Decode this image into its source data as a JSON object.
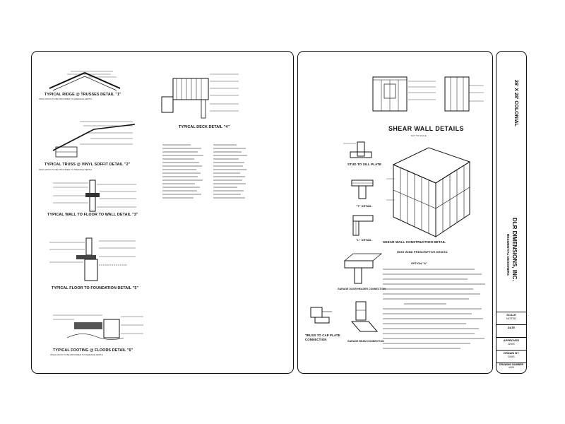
{
  "left_sheet": {
    "details": [
      {
        "title": "TYPICAL RIDGE @ TRUSSES DETAIL \"1\"",
        "note": "INSULATION TO BE PROVIDED TO AVERAGE DEPTH"
      },
      {
        "title": "TYPICAL TRUSS @ VINYL SOFFIT DETAIL \"2\"",
        "note": "INSULATION TO BE PROVIDED TO AVERAGE DEPTH"
      },
      {
        "title": "TYPICAL WALL TO FLOOR TO WALL DETAIL \"3\""
      },
      {
        "title": "TYPICAL FLOOR TO FOUNDATION DETAIL \"5\""
      },
      {
        "title": "TYPICAL FOOTING @ FLOORS DETAIL \"6\"",
        "note": "INSULATION TO BE PROVIDED TO AVERAGE DEPTH"
      },
      {
        "title": "TYPICAL DECK DETAIL \"4\""
      }
    ]
  },
  "right_sheet": {
    "heading": "SHEAR WALL DETAILS",
    "heading_sub": "NOT TO SCALE",
    "labels": {
      "stud": "STUD TO SILL PLATE",
      "t_detail": "\"T\" DETAIL",
      "l_detail": "\"L\" DETAIL",
      "construction": "SHEAR WALL CONSTRUCTION DETAIL",
      "prescriptive": "HIGH WIND PRESCRIPTIVE DESIGN",
      "option_a": "OPTION \"A\"",
      "truss_cap": "TRUSS TO CAP PLATE CONNECTION",
      "garage_door": "GARAGE DOOR HEADER CONNECTION",
      "garage_beam": "GARAGE BEAM CONNECTION"
    }
  },
  "title_block": {
    "project": "26' X 28' COLONIAL",
    "company": "DLR DIMENSIONS, INC.",
    "company_sub": "RESIDENTIAL DESIGNERS",
    "scale_label": "SCALE",
    "scale_value": "NOTED",
    "date_label": "DATE",
    "approved_label": "APPROVED",
    "approved_value": "DWS",
    "drawn_label": "DRAWN BY",
    "drawn_value": "DWS",
    "drawing_label": "DRAWING NUMBER",
    "drawing_value": "4420"
  }
}
